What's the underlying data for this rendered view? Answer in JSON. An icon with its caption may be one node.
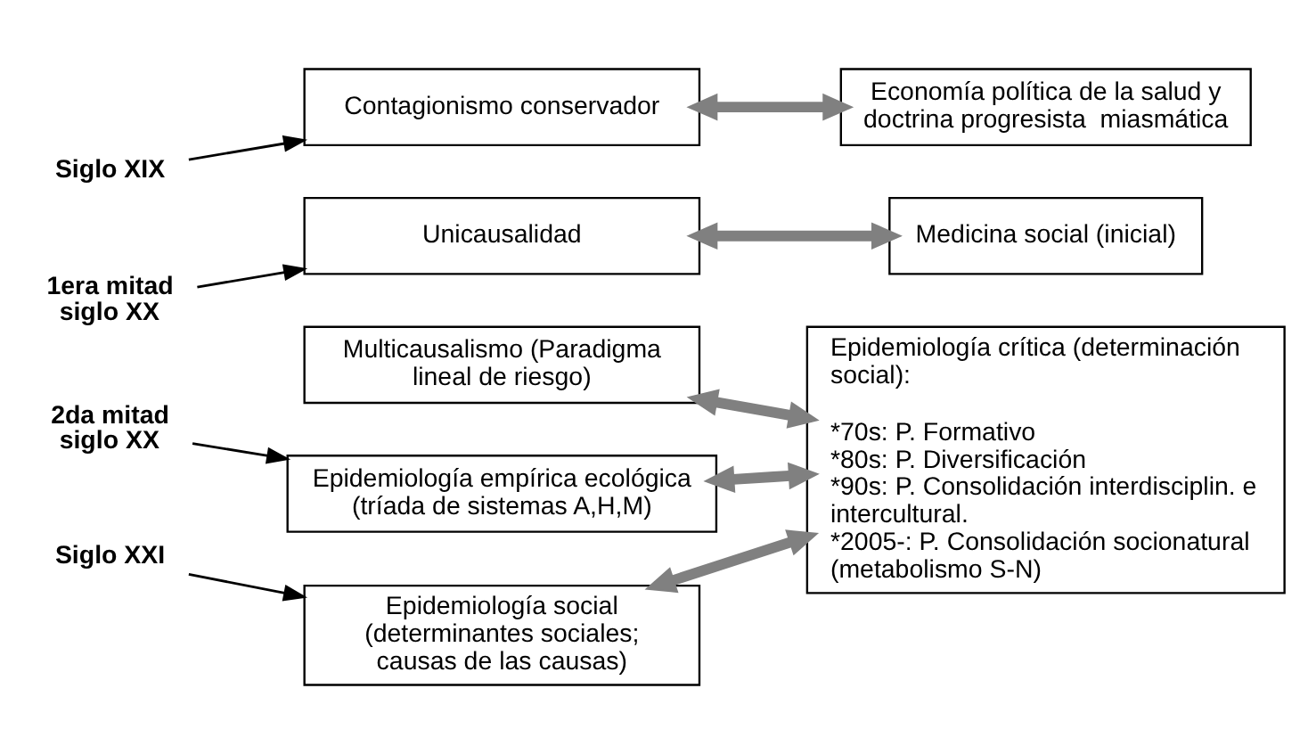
{
  "diagram": {
    "nodes": [
      {
        "text": [
          "Siglo XIX"
        ]
      },
      {
        "text": [
          "Contagionismo conservador"
        ]
      },
      {
        "text": [
          "Economía política de la salud y doctrina progresista  miasmática"
        ]
      },
      {
        "text": [
          "1era mitad siglo XX"
        ]
      },
      {
        "text": [
          "Unicausalidad"
        ]
      },
      {
        "text": [
          "Medicina social (inicial)"
        ]
      },
      {
        "text": [
          "Multicausalismo (Paradigma lineal de riesgo)"
        ]
      },
      {
        "text": [
          "Epidemiología crítica (determinación social):",
          "*70s: P. Formativo",
          "*80s: P. Diversificación",
          "*90s: P. Consolidación interdisciplin. e intercultural.",
          "*2005-: P. Consolidación socionatural (metabolismo S-N)"
        ]
      },
      {
        "text": [
          "2da mitad siglo XX"
        ]
      },
      {
        "text": [
          "Epidemiología empírica ecológica (tríada de sistemas A,H,M)"
        ]
      },
      {
        "text": [
          "Siglo XXI"
        ]
      },
      {
        "text": [
          "Epidemiología social (determinantes sociales; causas de las causas)"
        ]
      }
    ],
    "edges": [
      {
        "from": 0,
        "to": 1,
        "arrow": "to",
        "color": "#000000"
      },
      {
        "from": 1,
        "to": 2,
        "arrow": "both"
      },
      {
        "from": 3,
        "to": 4,
        "arrow": "to",
        "color": "#000000"
      },
      {
        "from": 4,
        "to": 5,
        "arrow": "both"
      },
      {
        "from": 6,
        "to": 7,
        "arrow": "both"
      },
      {
        "from": 8,
        "to": 9,
        "arrow": "to",
        "color": "#000000"
      },
      {
        "from": 9,
        "to": 7,
        "arrow": "both"
      },
      {
        "from": 10,
        "to": 11,
        "arrow": "to",
        "color": "#000000"
      },
      {
        "from": 11,
        "to": 7,
        "arrow": "both"
      }
    ]
  }
}
